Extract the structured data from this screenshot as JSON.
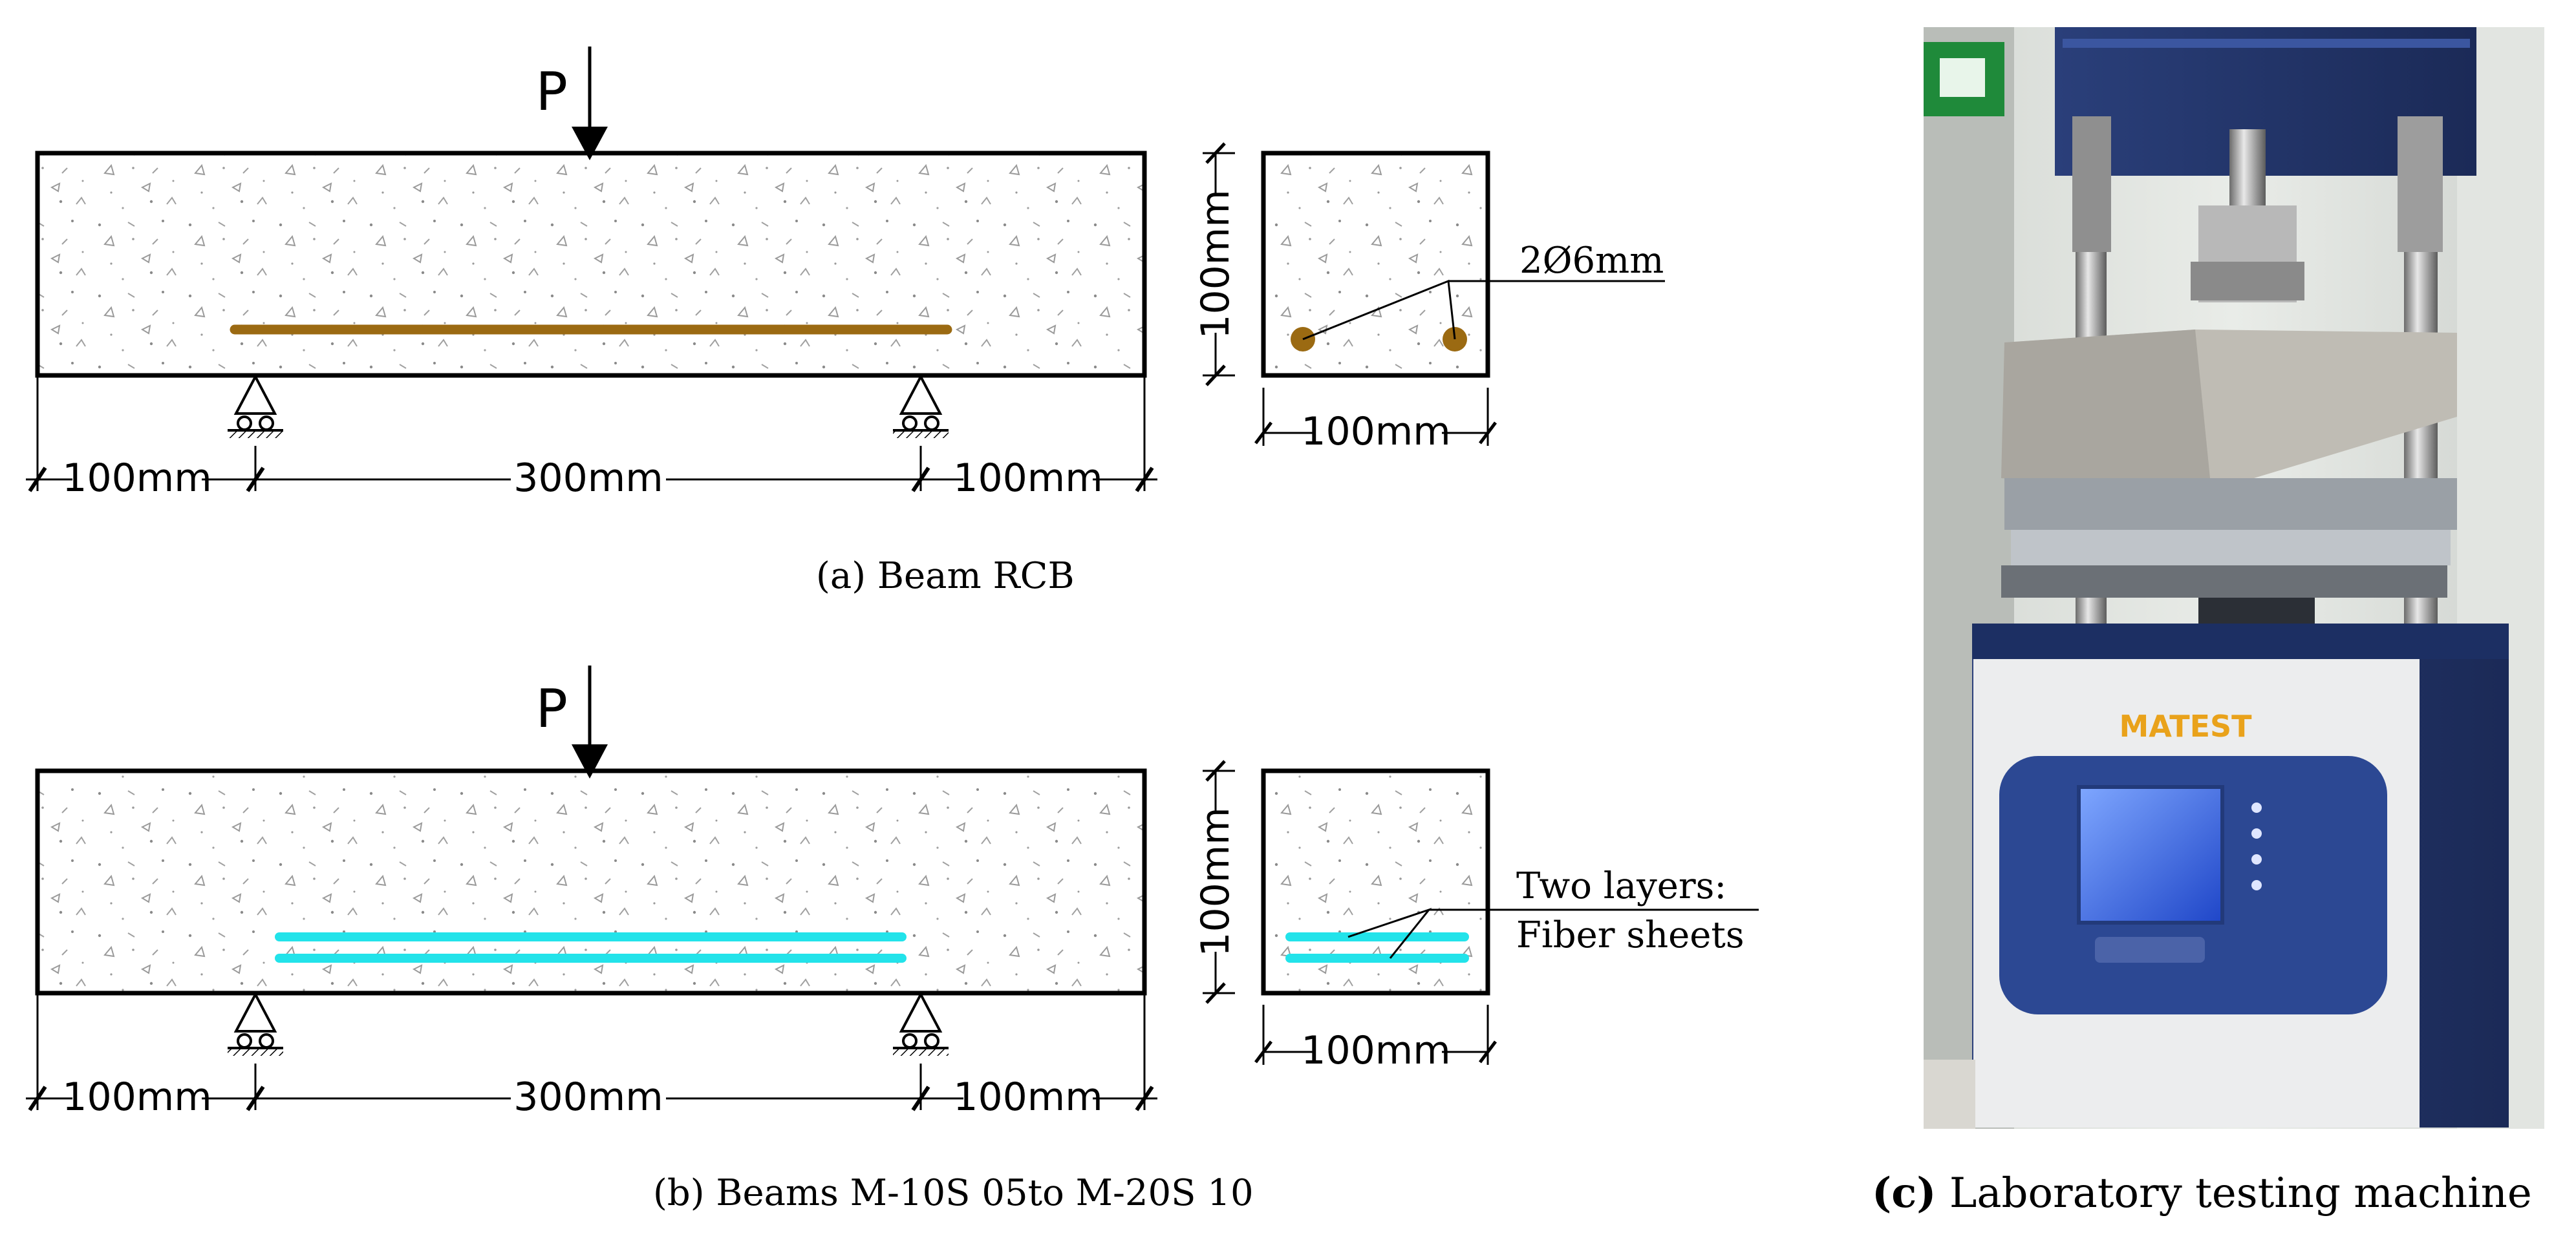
{
  "panel_a": {
    "load_label": "P",
    "dims": {
      "left": "100mm",
      "span": "300mm",
      "right": "100mm",
      "height": "100mm",
      "width": "100mm"
    },
    "rebar_label": "2Ø6mm",
    "caption": "(a) Beam RCB",
    "rebar_color": "#9b6a12"
  },
  "panel_b": {
    "load_label": "P",
    "dims": {
      "left": "100mm",
      "span": "300mm",
      "right": "100mm",
      "height": "100mm",
      "width": "100mm"
    },
    "sheet_label_line1": "Two layers:",
    "sheet_label_line2": "Fiber sheets",
    "caption": "(b) Beams M-10S 05to M-20S 10",
    "sheet_color": "#22e3ea"
  },
  "panel_c": {
    "caption_letter": "(c)",
    "caption_text": " Laboratory testing machine",
    "brand_text": "MATEST"
  }
}
